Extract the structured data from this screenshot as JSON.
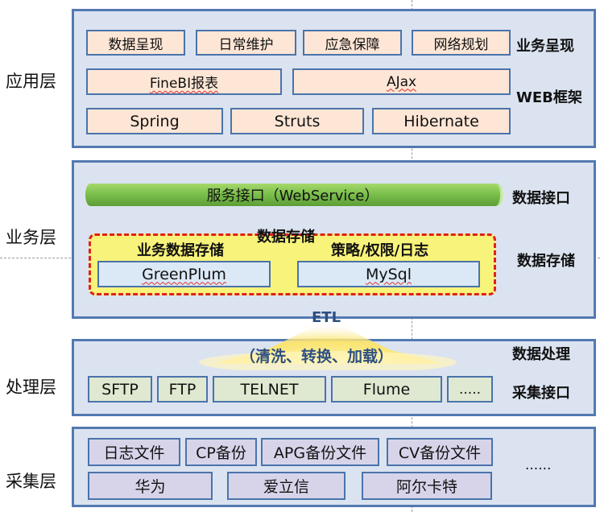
{
  "layers": {
    "app": "应用层",
    "business": "业务层",
    "processing": "处理层",
    "collection": "采集层"
  },
  "app_panel": {
    "row1": [
      "数据呈现",
      "日常维护",
      "应急保障",
      "网络规划"
    ],
    "row1_label": "业务呈现",
    "row2": [
      "FineBI报表",
      "AJax"
    ],
    "row2_label": "WEB框架",
    "row3": [
      "Spring",
      "Struts",
      "Hibernate"
    ]
  },
  "business_panel": {
    "service": "服务接口（WebService）",
    "service_label": "数据接口",
    "storage_title": "数据存储",
    "storage_left_title": "业务数据存储",
    "storage_right_title": "策略/权限/日志",
    "db_left": "GreenPlum",
    "db_right": "MySql",
    "storage_label": "数据存储"
  },
  "etl": {
    "title": "ETL",
    "steps": "（清洗、转换、加载）",
    "label": "数据处理"
  },
  "processing_panel": {
    "items": [
      "SFTP",
      "FTP",
      "TELNET",
      "Flume",
      "....."
    ],
    "label": "采集接口"
  },
  "collection_panel": {
    "row1": [
      "日志文件",
      "CP备份",
      "APG备份文件",
      "CV备份文件"
    ],
    "more": "......",
    "row2": [
      "华为",
      "爱立信",
      "阿尔卡特"
    ]
  },
  "colors": {
    "panel_fill": "#dbe3f0",
    "panel_border": "#5379b1",
    "box_peach": "#fde6d6",
    "box_green": "#dfe8d0",
    "box_lavender": "#d7d4ea",
    "service_bar": "#7cc04d",
    "storage_fill": "#f8f37a",
    "storage_border": "#e02020"
  }
}
